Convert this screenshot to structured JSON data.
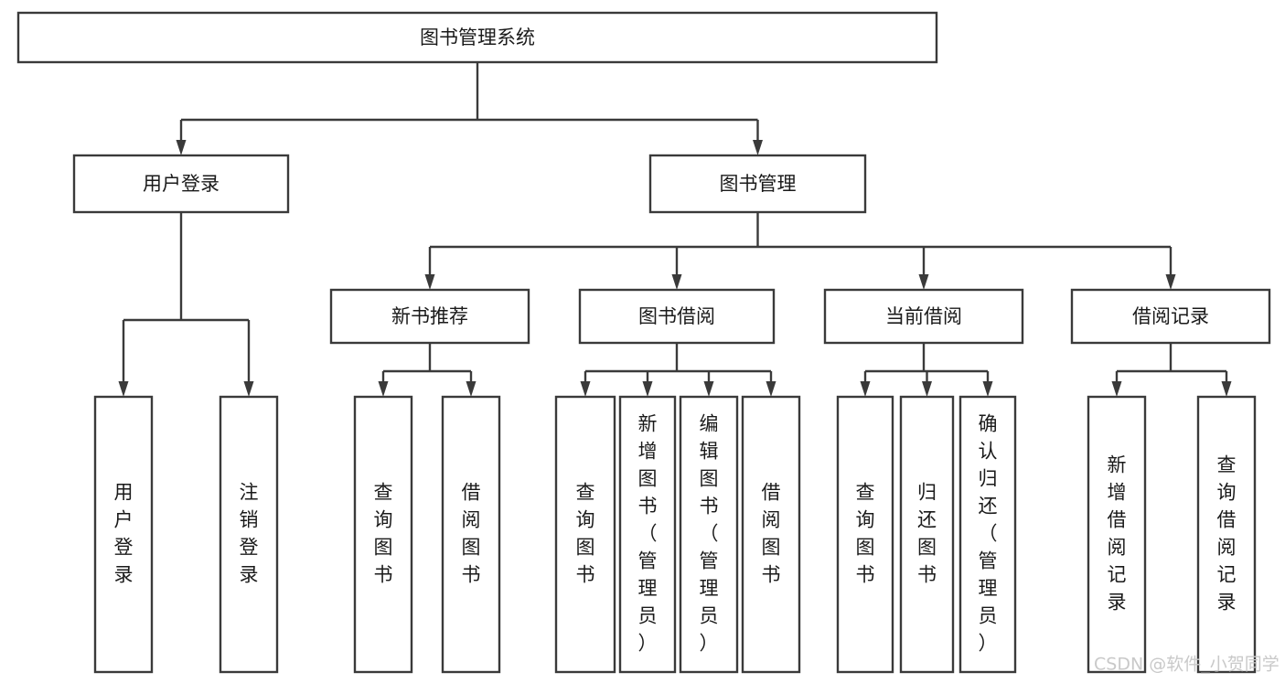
{
  "diagram": {
    "type": "tree",
    "title": "图书管理系统",
    "orientation": "top-down",
    "colors": {
      "box_stroke": "#3a3a3a",
      "box_fill": "#ffffff",
      "connector": "#3a3a3a",
      "label_text": "#1a1a1a",
      "watermark": "#c9c9c9",
      "background": "#ffffff"
    },
    "nodes": {
      "root": {
        "label": "图书管理系统"
      },
      "level2": [
        {
          "id": "user-login",
          "label": "用户登录"
        },
        {
          "id": "book-manage",
          "label": "图书管理"
        }
      ],
      "level3": [
        {
          "id": "new-book-recommend",
          "label": "新书推荐"
        },
        {
          "id": "book-borrow",
          "label": "图书借阅"
        },
        {
          "id": "current-borrow",
          "label": "当前借阅"
        },
        {
          "id": "borrow-record",
          "label": "借阅记录"
        }
      ],
      "leaves": {
        "user-login": [
          {
            "id": "leaf-user-login",
            "label": "用户登录"
          },
          {
            "id": "leaf-logout-login",
            "label": "注销登录"
          }
        ],
        "new-book-recommend": [
          {
            "id": "leaf-query-book-1",
            "label": "查询图书"
          },
          {
            "id": "leaf-borrow-book-1",
            "label": "借阅图书"
          }
        ],
        "book-borrow": [
          {
            "id": "leaf-query-book-2",
            "label": "查询图书"
          },
          {
            "id": "leaf-add-book",
            "label": "新增图书（管理员）"
          },
          {
            "id": "leaf-edit-book",
            "label": "编辑图书（管理员）"
          },
          {
            "id": "leaf-borrow-book-2",
            "label": "借阅图书"
          }
        ],
        "current-borrow": [
          {
            "id": "leaf-query-book-3",
            "label": "查询图书"
          },
          {
            "id": "leaf-return-book",
            "label": "归还图书"
          },
          {
            "id": "leaf-confirm-return",
            "label": "确认归还（管理员）"
          }
        ],
        "borrow-record": [
          {
            "id": "leaf-add-record",
            "label": "新增借阅记录"
          },
          {
            "id": "leaf-query-record",
            "label": "查询借阅记录"
          }
        ]
      }
    },
    "watermark": "CSDN @软件_小贺同学"
  }
}
